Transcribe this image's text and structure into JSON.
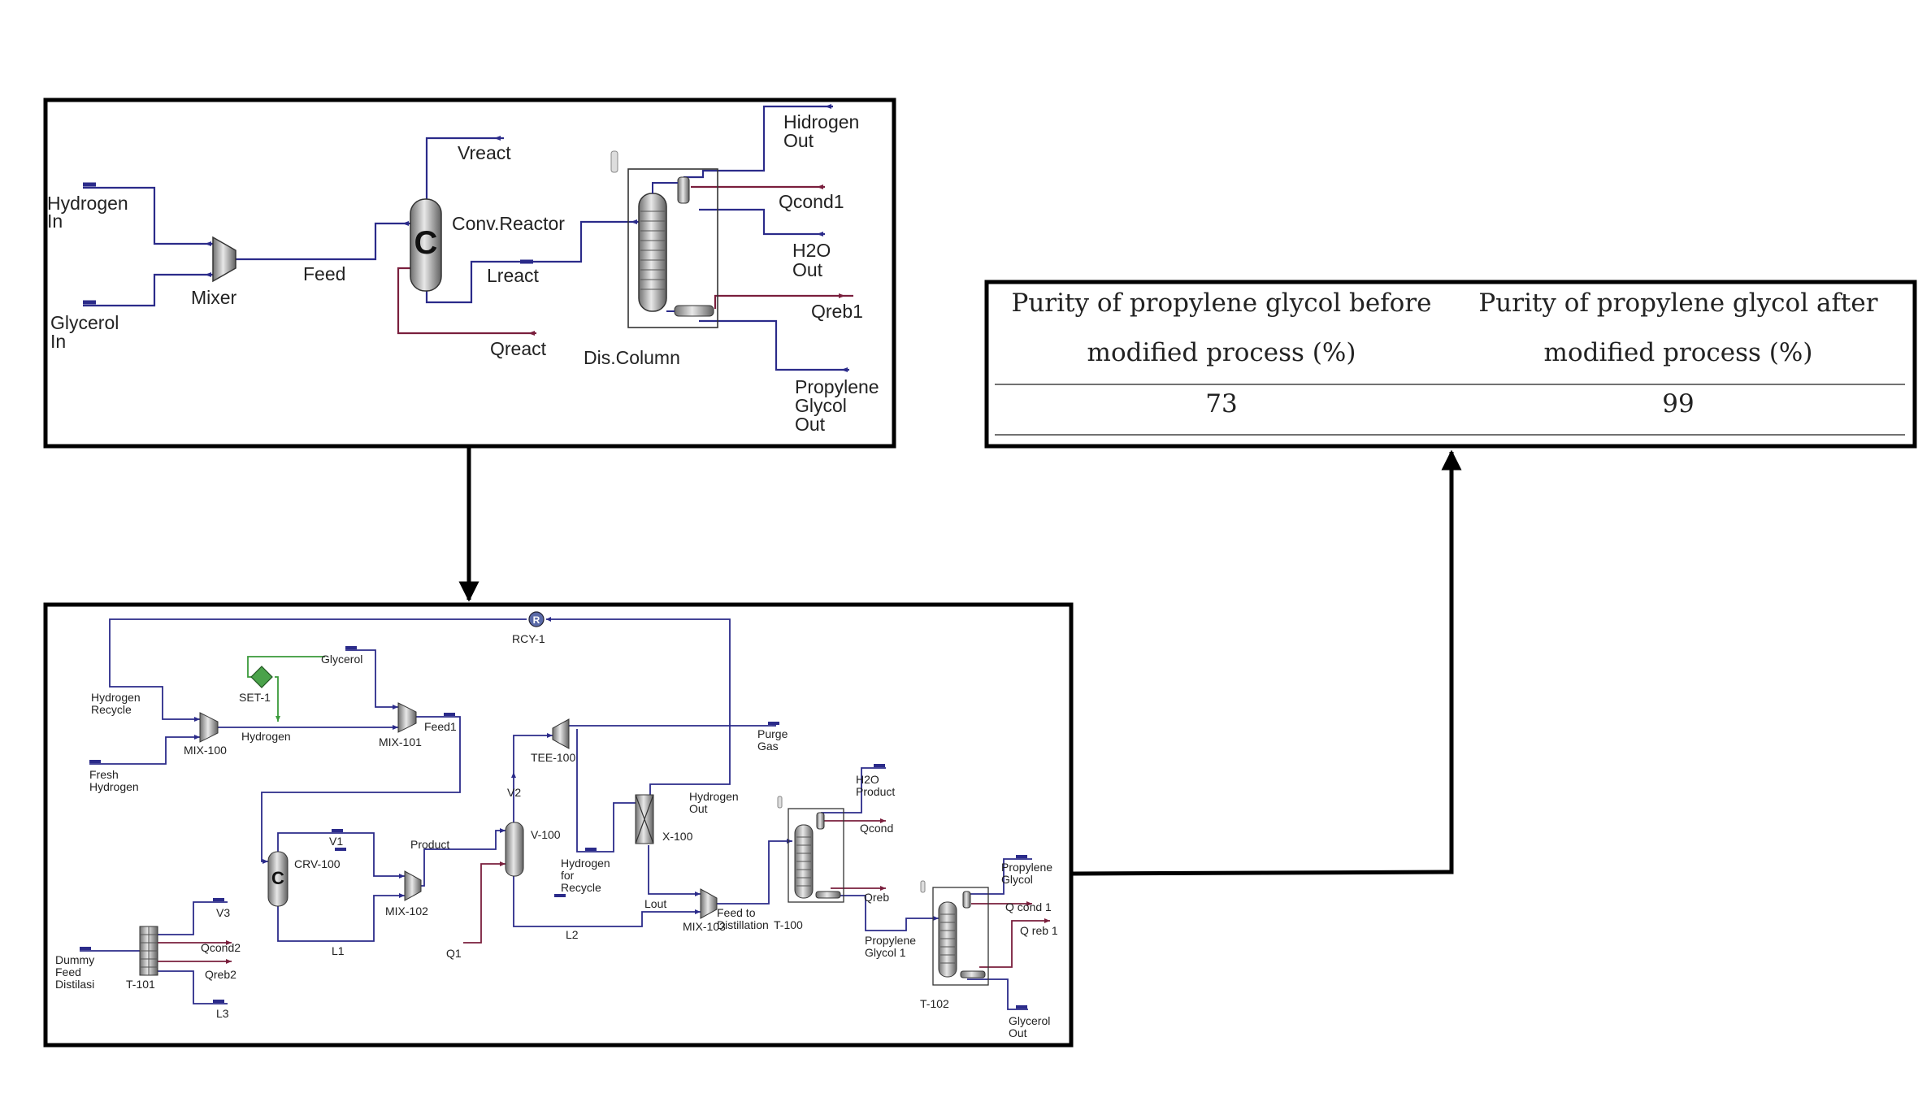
{
  "colors": {
    "stream": "#2b2b8a",
    "energy": "#7a1f3d",
    "control": "#3a9a3a",
    "frame": "#000000",
    "text": "#222222"
  },
  "top_diagram": {
    "labels": {
      "hydrogen_in_1": "Hydrogen",
      "hydrogen_in_2": "In",
      "glycerol_in_1": "Glycerol",
      "glycerol_in_2": "In",
      "mixer": "Mixer",
      "feed": "Feed",
      "vreact": "Vreact",
      "conv_reactor": "Conv.Reactor",
      "lreact": "Lreact",
      "qreact": "Qreact",
      "dis_column": "Dis.Column",
      "hidrogen_out_1": "Hidrogen",
      "hidrogen_out_2": "Out",
      "qcond1": "Qcond1",
      "h2o_out_1": "H2O",
      "h2o_out_2": "Out",
      "qreb1": "Qreb1",
      "pg_out_1": "Propylene",
      "pg_out_2": "Glycol",
      "pg_out_3": "Out"
    }
  },
  "bottom_diagram": {
    "labels": {
      "rcy1": "RCY-1",
      "glycerol": "Glycerol",
      "set1": "SET-1",
      "hydrogen_recycle_1": "Hydrogen",
      "hydrogen_recycle_2": "Recycle",
      "hydrogen": "Hydrogen",
      "mix100": "MIX-100",
      "mix101": "MIX-101",
      "feed1": "Feed1",
      "fresh_hydrogen_1": "Fresh",
      "fresh_hydrogen_2": "Hydrogen",
      "tee100": "TEE-100",
      "purge_gas_1": "Purge",
      "purge_gas_2": "Gas",
      "v2": "V2",
      "hydrogen_out_1": "Hydrogen",
      "hydrogen_out_2": "Out",
      "h2o_product_1": "H2O",
      "h2o_product_2": "Product",
      "qcond": "Qcond",
      "x100": "X-100",
      "v100": "V-100",
      "v1": "V1",
      "crv100": "CRV-100",
      "product": "Product",
      "hfr_1": "Hydrogen",
      "hfr_2": "for",
      "hfr_3": "Recycle",
      "mix102": "MIX-102",
      "lout": "Lout",
      "mix103": "MIX-103",
      "feed_dist_1": "Feed to",
      "feed_dist_2": "Distillation",
      "t100": "T-100",
      "qreb": "Qreb",
      "pg_1": "Propylene",
      "pg_2": "Glycol",
      "qcond_1": "Q cond 1",
      "qreb_1": "Q reb 1",
      "pg1_1": "Propylene",
      "pg1_2": "Glycol 1",
      "v3": "V3",
      "qcond2": "Qcond2",
      "qreb2": "Qreb2",
      "l3": "L3",
      "dummy_1": "Dummy",
      "dummy_2": "Feed",
      "dummy_3": "Distilasi",
      "t101": "T-101",
      "l1": "L1",
      "q1": "Q1",
      "l2": "L2",
      "t102": "T-102",
      "glycerol_out_1": "Glycerol",
      "glycerol_out_2": "Out"
    }
  },
  "purity_table": {
    "header_before_1": "Purity of propylene glycol before",
    "header_before_2": "modified process (%)",
    "header_after_1": "Purity of propylene glycol after",
    "header_after_2": "modified process (%)",
    "value_before": "73",
    "value_after": "99"
  }
}
